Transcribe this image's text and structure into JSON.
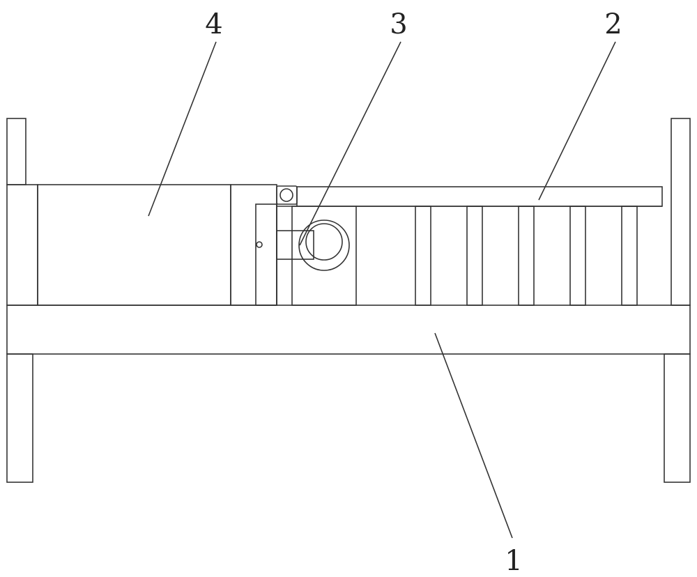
{
  "labels": {
    "frame": "1",
    "bar": "2",
    "drive": "3",
    "box": "4"
  }
}
